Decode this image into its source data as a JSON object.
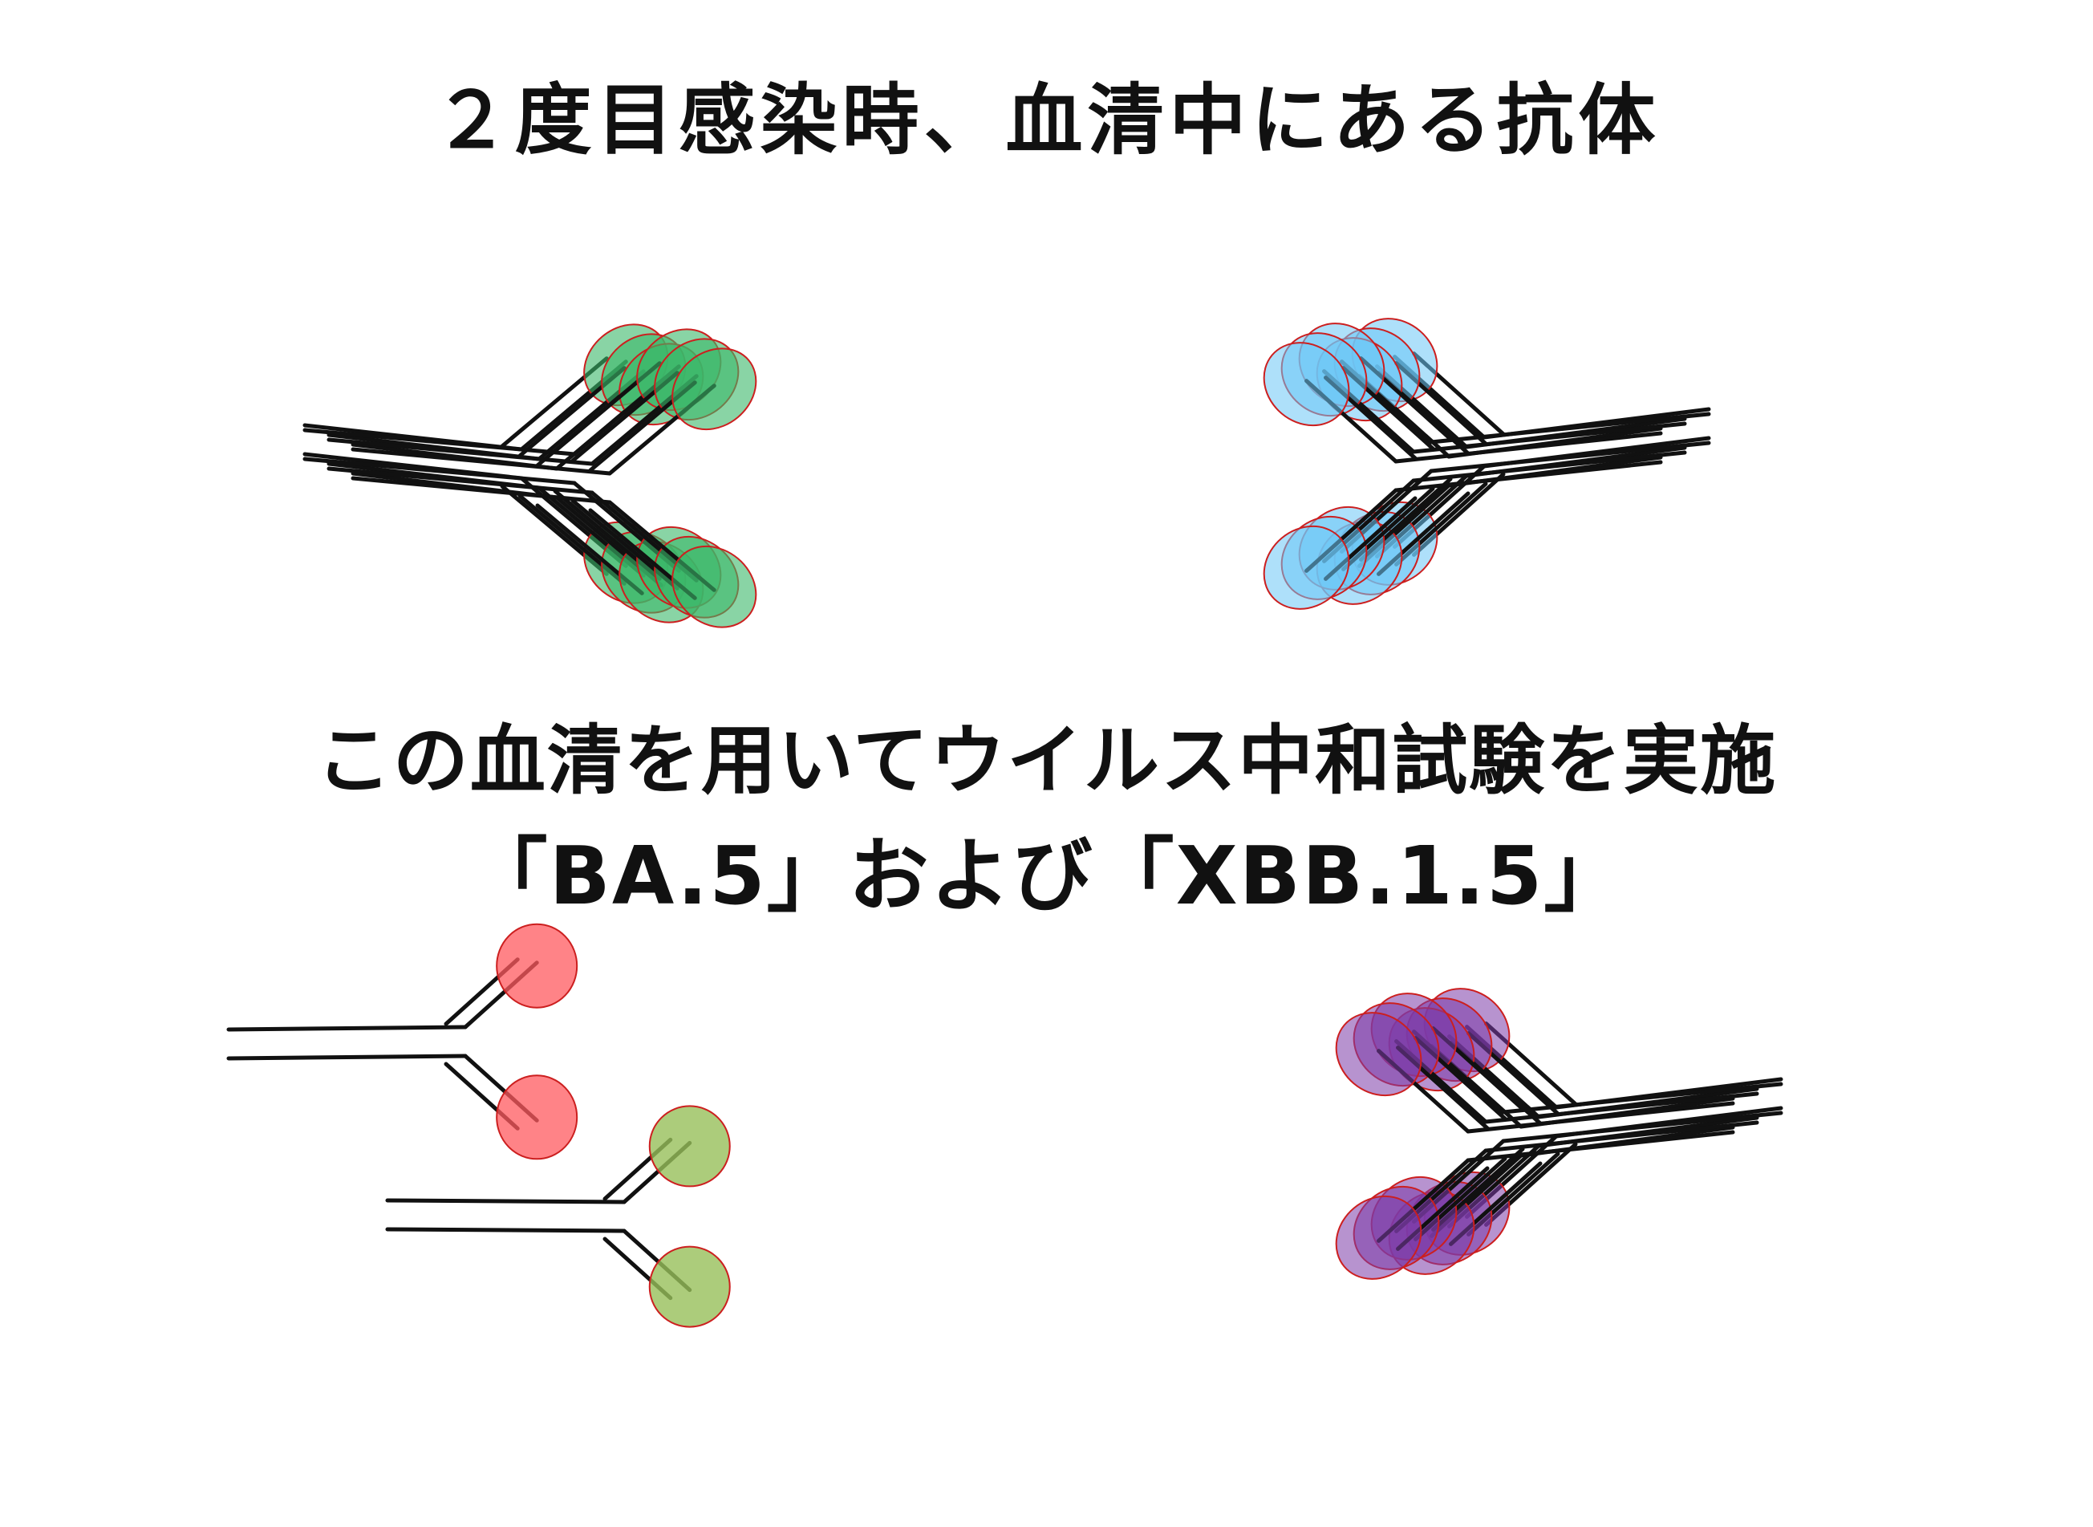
{
  "heading": "２度目感染時、血清中にある抗体",
  "description_line1": "この血清を用いてウイルス中和試験を実施",
  "description_line2": "「BA.5」および「XBB.1.5」",
  "colors": {
    "green": "#3ab869",
    "blue": "#6cc6f5",
    "purple": "#7b3aa8",
    "red": "#ff5a5f",
    "olive": "#97bf5a",
    "outline": "#cc1f1f",
    "stroke": "#111111"
  }
}
